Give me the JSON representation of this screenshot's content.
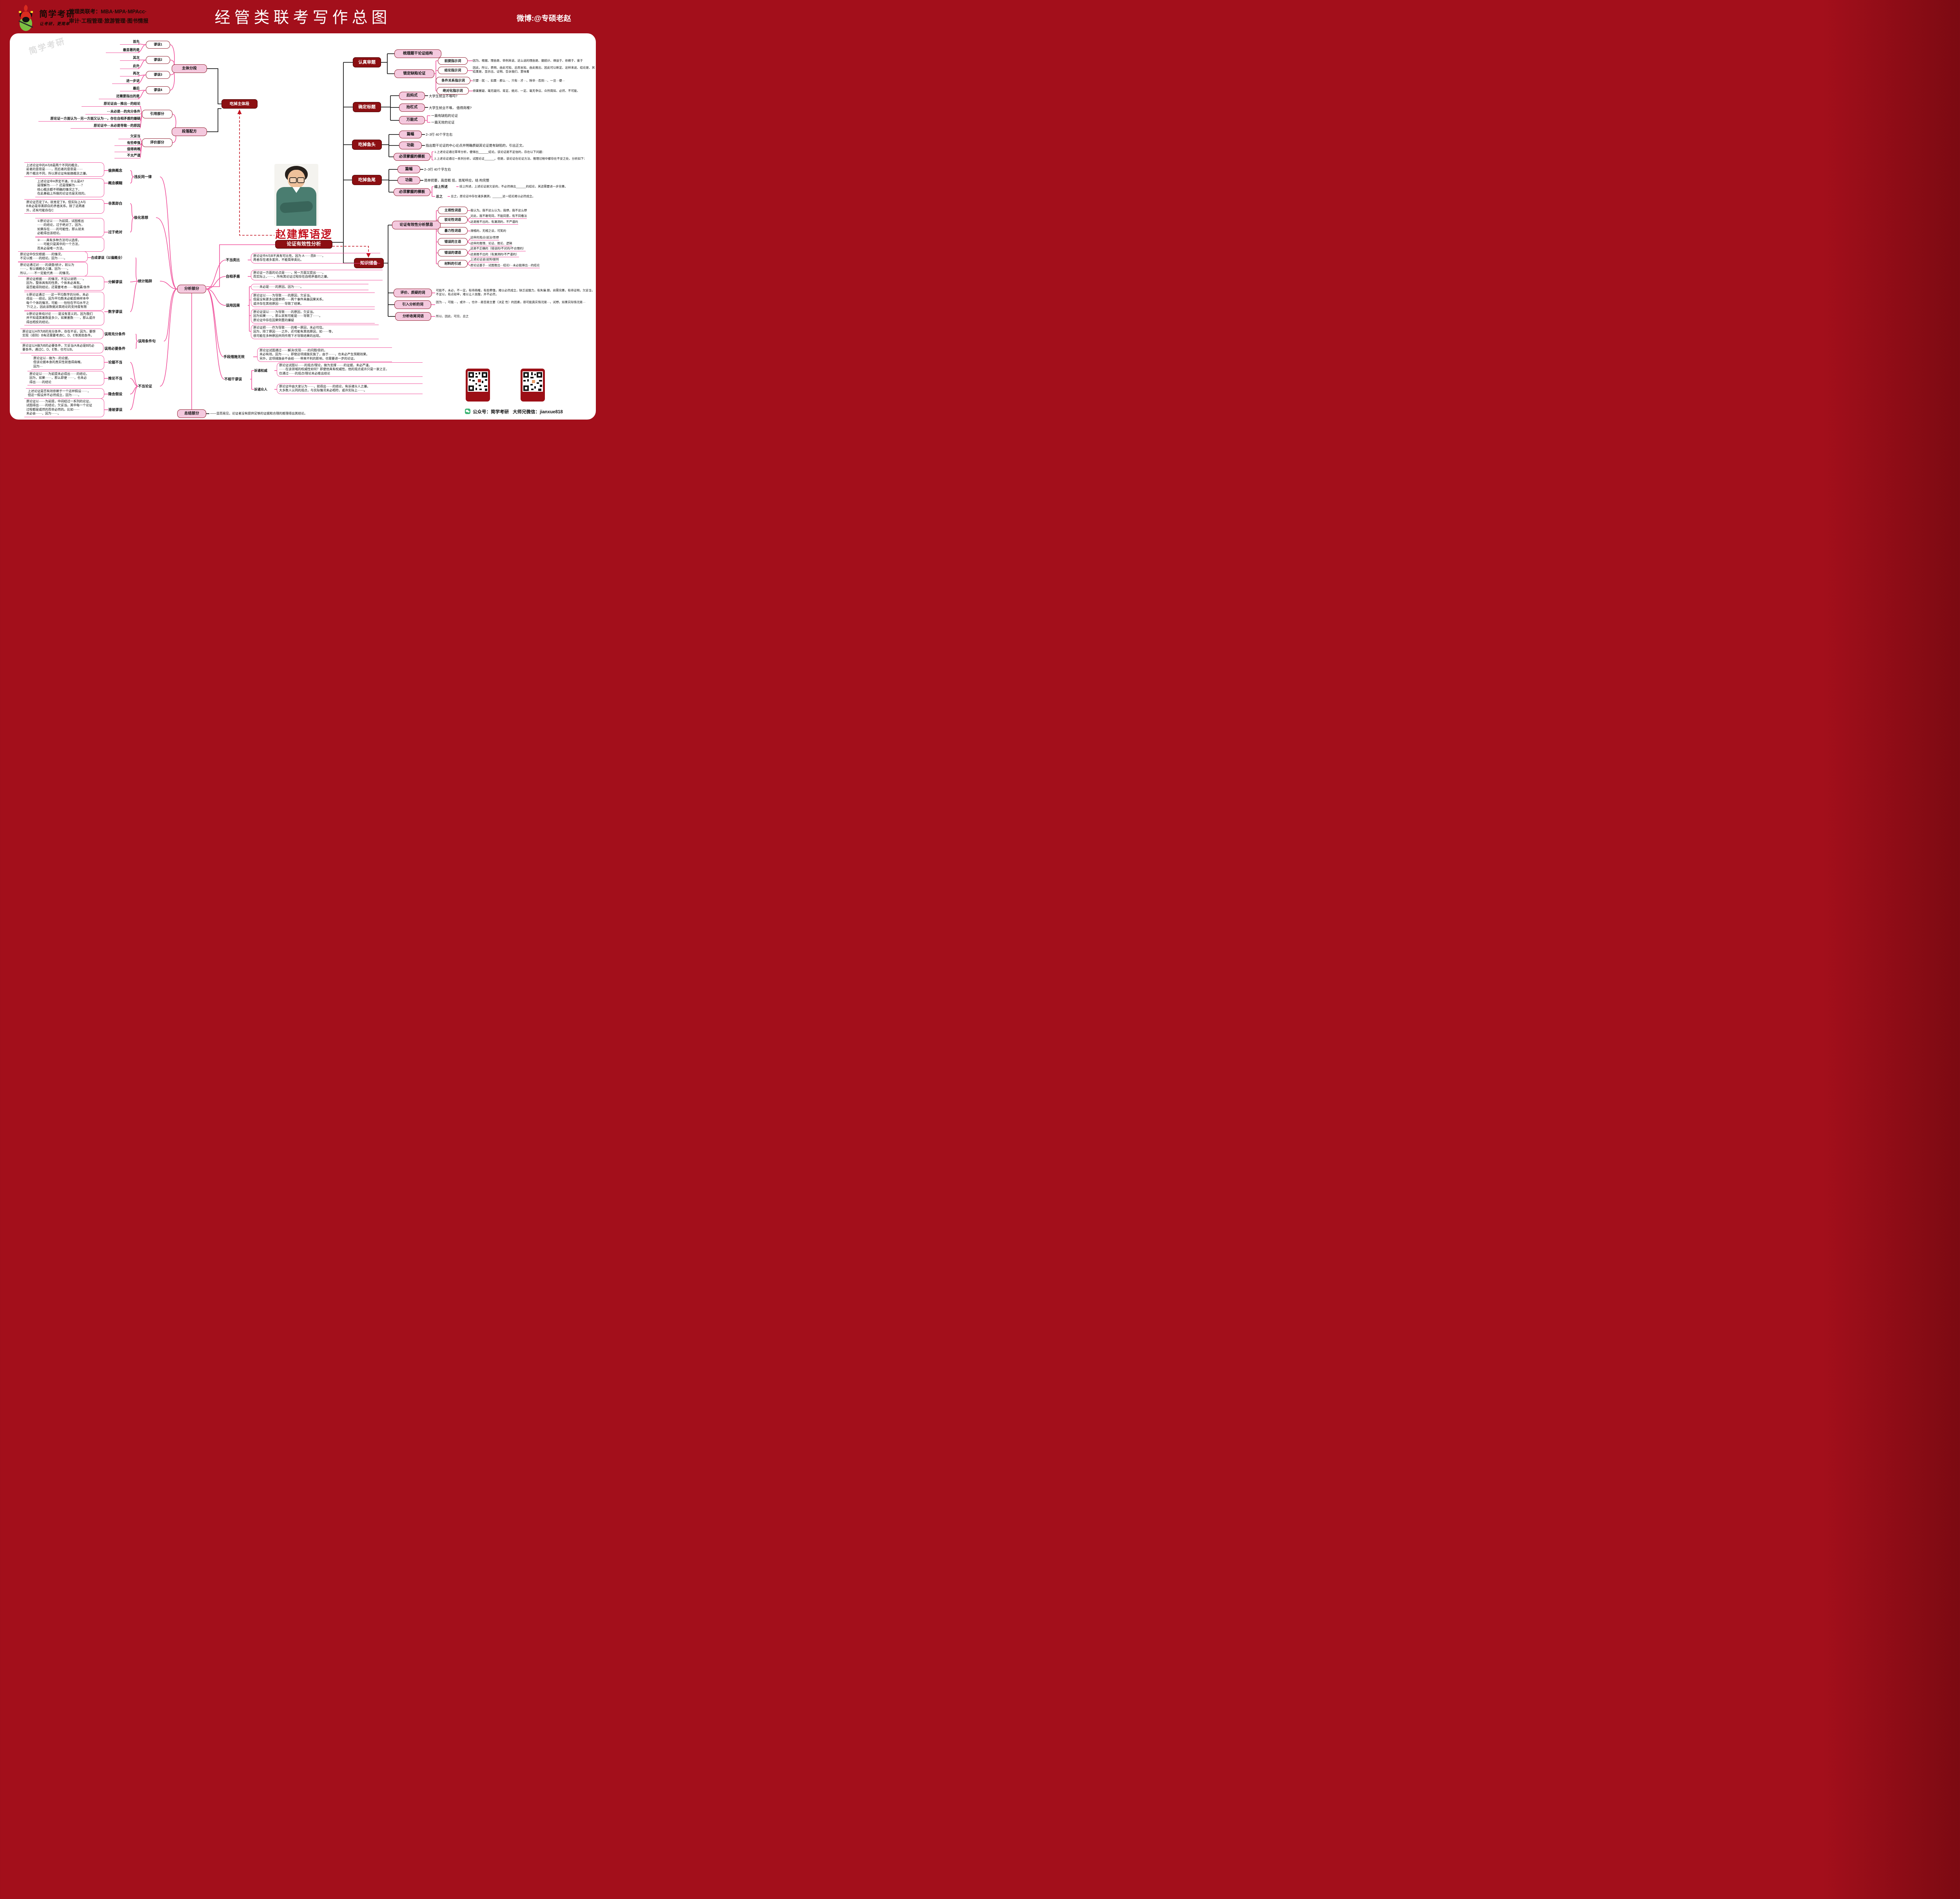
{
  "header": {
    "logo_title": "简学考研",
    "logo_slogan": "让考研，更简单",
    "program_line1": "管理类联考：MBA·MPA·MPAcc·",
    "program_line2": "审计·工程管理·旅游管理·图书情报",
    "title": "经管类联考写作总图",
    "weibo": "微博:@专硕老赵"
  },
  "watermark": "简学考研",
  "colors": {
    "accent_red": "#a30f1b",
    "node_maroon": "#8c0f12",
    "pink_fill": "#f4c9de",
    "pink_line": "#f0509b"
  },
  "center": {
    "eat_body": "吃掉主体段",
    "person_name": "赵建辉语逻",
    "person_subtitle": "论证有效性分析",
    "analysis": "分析部分",
    "summary": "总结部分",
    "summary_text": "——显而易见，论证者没有提供足够的证据和合理的推理得出其结论。",
    "knowledge": "知识储备"
  },
  "body_seg": {
    "node": "主体分段",
    "recipe": "段落配方",
    "quote_node": "引用部分",
    "eval_node": "评价部分",
    "fallacies": [
      "谬误1",
      "谬误2",
      "谬误3",
      "谬误4"
    ],
    "cues": [
      "首先",
      "最显著的是",
      "其次",
      "此外",
      "再次",
      "进一步讲",
      "最后",
      "还需要指出的是"
    ],
    "quotes": [
      "原论证由···推出···的结论",
      "···未必是···的充分条件",
      "原论证一方面认为···另一方面又认为···，存在自相矛盾的嫌疑",
      "原论证中···未必是导致···的原因"
    ],
    "evals": [
      "欠妥当",
      "有些牵强",
      "值得商榷",
      "不太严谨"
    ]
  },
  "left": {
    "g1": {
      "parent": "违反同一律",
      "c1": "偷换概念",
      "t1": "上述论证中的A与B是两个不同的概念，\n前者的意思是······，而后者的意思是······\n两个概念不同，所以原论证有偷换概念之嫌。",
      "c2": "概念模糊",
      "t2": "上述论证中A界定不清。什么是A?\n是理解为······？还是理解为······？\n核心概念都不明确的情况之下，\n在此基础上所做的论证也是无效的。"
    },
    "g2": {
      "parent": "极化思想",
      "c1": "非黑即白",
      "t1": "原论证否定了A，就肯定了B，但实际上A与\nB未必是非黑即白的矛盾关系。除了这两者\n外，还有可能存在C",
      "c2": "过于绝对",
      "t2a": "①原论证以······为前提，试图推出\n······的结论，过于绝对了。因为，\n如果存在······的可能性，那么就未\n必能得出该结论。",
      "t2b": "②······具有多种方法可以选择，\n······可能只是其中的一个方法，\n而未必是唯一方法。"
    },
    "g3": {
      "parent": "统计陷阱",
      "c1": "合成谬误（以偏概全）",
      "t1a": "原论证中仅仅根据······的情况，\n不足以推······的结论。因为······。",
      "t1b": "原论证通过对······的调查/统计，就认为\n······，有以偏概全之嫌。因为······。\n所以，······不一定能代表······的情况。",
      "c2": "分解谬误",
      "t2": "原论证根据······的情况，不足以说明······。\n因为，整体具有的性质，个体未必具有。\n是否能得到结论，还需要考虑······等因素/条件",
      "c3": "数字谬误",
      "t3a": "①原论证通过······这一平均数字的分析，未必\n得出······结论。因为平均数未必能反映样本中\n每个个体的情况，可能······恰恰在平均水平之\n下/之上，因此该数据对其结论的支持度有限",
      "t3b": "②原论证单纯讨论 ······是没有意义的，因为我们\n并不知道其基数是多少。如果基数······，那么或许\n得出相反的结论。"
    },
    "g4": {
      "parent": "误用条件句",
      "c1": "误用充分条件",
      "t1": "原论证以A作为B的充分条件，存在不妥。因为，要想\n实现（得到）B有还需要考虑C、D、E等其他条件。",
      "c2": "误用必要条件",
      "t2": "原论证以A做为B的必要条件，欠妥当/A未必是B的必\n要条件。通过C、D、E等，也可以B。"
    },
    "g5": {
      "parent": "不当论证",
      "c1": "论据不当",
      "t1": "原论证以···做为···的论据，\n但该论据本身的真实性就值得商榷。\n因为···",
      "c2": "推论不当",
      "t2": "原论证以······为前提未必得出······的结论。\n因为，如果······，那么即便 ······，也未必\n得出······的结论",
      "c3": "隐含假设",
      "t3": "上述论证是否有效依赖于一个这样假设······，\n但这一假设并不必然成立，因为······。",
      "c4": "滑坡谬误",
      "t4": "原论证以······为前提，中间经过一系列的论证，\n试图得出······的结论，欠妥当。其中每一个论证\n过程都是或然的而非必然的。比如······\n未必会······，因为······。"
    }
  },
  "right_mid": {
    "r1": {
      "label": "不当类比",
      "t": "原论证中A与B不具有可比性。因为 A······而B······，\n两者存在诸多差异，不能简单类比。"
    },
    "r2": {
      "label": "自相矛盾",
      "t": "原论证一方面的论点是······，另一方面又提出······。\n而实际上，······，所有其论证过程存在自相矛盾的之嫌。"
    },
    "r3": {
      "label": "误用因果",
      "t1": "······未必是······的原因。因为······。",
      "t2": "原论证以······为导致······的原因，欠妥当。\n但是没有更多证据表明······两个事件具备因果关系。\n或许存在其他原因······导致了结果。",
      "t3": "原论证误以······为导致······的原因，欠妥当。\n因为如果······，那么就有可能是······导致了······。\n原论证中存在因果倒置的嫌疑",
      "t4": "原论证把······作为导致······的唯一原因，未必可信。\n因为，除了原因······之外，还可能有其他原因，如······等，\n很可能在多种原因共同作用下才导致结果的出现。"
    },
    "r4": {
      "label": "手段措施无效",
      "t": "原论证试图通过······解决/实现······的问题/目的，\n未必有效。因为······。即使这项措施实施了，由于······，也未必产生预期效果。\n另外，这项措施会不会给······带来不利的影响，也需要进一步的论证。"
    },
    "r5": {
      "label": "不相干谬误",
      "c1": "诉诸权威",
      "t1": "原论证试图以······的观点/理论，做为支撑 ······的证据，未必严谨。\n······在该领域的权威性如何？即便他具有权威性，他的观点或许只是一家之言，\n仅通过······的观点/理论未必推出结论",
      "c2": "诉诸众人",
      "t2": "原论证中由大家认为······，就得出······的结论，有诉诸众人之嫌。\n大多数人认同的观点，与实际情况未必相符，或许实际上······。"
    }
  },
  "review": {
    "node": "认真审题",
    "structure": "梳理题干论证结构",
    "lock": "锁定缺陷论证",
    "ind1": "前提指示词",
    "ind1_t": "因为、根据、理由是、举例来说、这么说的理由是、据统计、得益于、依赖于、鉴于",
    "ind2": "结论指示词",
    "ind2_t": "因此，所以，表明、由此可知、总而言知、由此推出、因此可以断定、这样来说、结论是、其结果是、显示出、证明、告诉我们、意味着",
    "ind3": "条件关系指示词",
    "ind3_t": "只要···就···、如果···那么···、只有···才···、除非···否则···、一旦···便···",
    "ind4": "绝对化指示词",
    "ind4_t": "毋庸置疑、毫无疑问、肯定、绝对、一定、毫无争议、众所周知、必然、不可能、"
  },
  "title_sec": {
    "node": "确定标题",
    "m1": "后妈式",
    "m1_t": "大学生就业不难吗?",
    "m2": "抬杠式",
    "m2_t": "大学生就业不难， 值得商榷?",
    "m3": "万能式",
    "m3_t1": "一篇有缺陷的论证",
    "m3_t2": "一篇无效的论证"
  },
  "fish_head": {
    "node": "吃掉鱼头",
    "len": "篇幅",
    "len_t": "2–3行 40个字左右",
    "fn": "功能",
    "fn_t": "指出题干论证的中心论点并明确质疑其论证是有缺陷的，引出正文。",
    "tpl": "必须掌握的模板",
    "tpl_t1": "1.上述论证通过草率分析，便得出______结论。该论证是不足信的，存在以下问题：",
    "tpl_t2": "2.上述论证通过一系列分析，试图论证______。但是，该论证在论证方法、推理过程中都存在不妥之处，分析如下："
  },
  "fish_tail": {
    "node": "吃掉鱼尾",
    "len": "篇幅",
    "len_t": "2–3行 40个字左右",
    "fn": "功能",
    "fn_t": "简单扼要，高度概 括，首尾呼应，结 构完整",
    "tpl": "必须掌握的模板",
    "s1": "综上所述",
    "s1_t": "综上所述，上述论证是欠妥的，不必然得出______的结论，其还需要进一步完善。",
    "s2": "总之",
    "s2_t": "总之，原论证中存在诸多漏洞，______这一结论难以必然成立。"
  },
  "knowledge": {
    "taboo": "论证有效性分析禁忌",
    "k1": "主观性词语",
    "k1_t1": "我认为。我不这么认为，我想，我不这么想",
    "k2": "驳论性词语",
    "k2_t1": "对此，我不敢苟同，不能同意，有不同看法",
    "k2_t2": "这是推不出的，有漏洞的，不严谨的",
    "k3": "暴力性词语",
    "k3_t1": "滑稽的，无稽之谈，可笑的",
    "k4": "错误的主语",
    "k4_t1": "这样的观点/说法/思想",
    "k4_t2": "这样的推理、论证、推论、逻辑",
    "k5": "错误的谓语",
    "k5_t1": "这是不正确的（错误的/不对的/不合理的）",
    "k5_t2": "这是推不出的（有漏洞的/不严谨的）",
    "k6": "材料的引述",
    "k6_t1": "上述论证说/说到/提到",
    "k6_t2": "原论证基于···试图推出···结论/···未必能得出···的结论",
    "ev": "评价、质疑的词",
    "ev_t": "可能不，未必，不一定，有待商榷，有些牵强，难以必然成立，缺乏说服力，有失偏 颇，尚需完善，有待证明，欠妥当，不足以，有点轻率，难以让人信服，并不必然，",
    "in": "引入分析的词",
    "in_t": "因为···，可能···，或许···，也许···是否是主要（决定 性）的因素，很可能真实情况是···，试想，如果实际情况是···",
    "cl": "分析收尾词语",
    "cl_t": "所以、因此、可见、总之"
  },
  "footer": {
    "account": "公众号：简学考研",
    "wechat": "大师兄微信：jianxue818"
  }
}
